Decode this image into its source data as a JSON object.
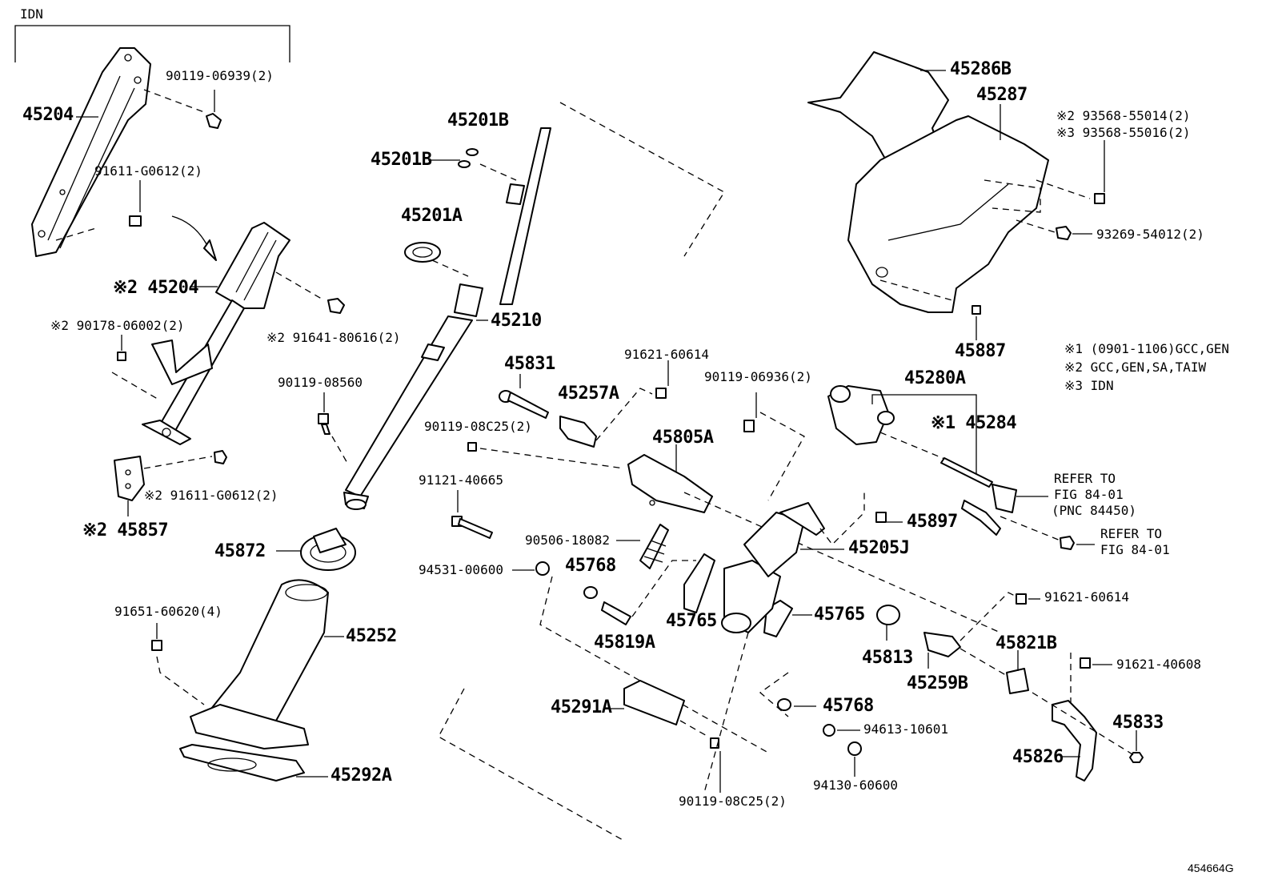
{
  "diagram": {
    "header_group_label": "IDN",
    "figure_id": "454664G",
    "notes": [
      "※1 (0901-1106)GCC,GEN",
      "※2 GCC,GEN,SA,TAIW",
      "※3 IDN"
    ],
    "labels": {
      "p45204_top": "45204",
      "p90119_06939": "90119-06939(2)",
      "p91611_g0612_top": "91611-G0612(2)",
      "p45204_s2": "※2 45204",
      "p90178_06002": "※2 90178-06002(2)",
      "p91641_80616": "※2 91641-80616(2)",
      "p91611_g0612_s2": "※2 91611-G0612(2)",
      "p45857": "※2 45857",
      "p45201b_a": "45201B",
      "p45201b_b": "45201B",
      "p45201a": "45201A",
      "p45210": "45210",
      "p90119_08560": "90119-08560",
      "p45872": "45872",
      "p45252": "45252",
      "p91651_60620": "91651-60620(4)",
      "p45292a": "45292A",
      "p45831": "45831",
      "p45257a": "45257A",
      "p91621_60614_a": "91621-60614",
      "p90119_08c25_a": "90119-08C25(2)",
      "p45805a": "45805A",
      "p90119_06936": "90119-06936(2)",
      "p91121_40665": "91121-40665",
      "p90506_18082": "90506-18082",
      "p94531_00600": "94531-00600",
      "p45768_a": "45768",
      "p45819a": "45819A",
      "p45765_a": "45765",
      "p45765_b": "45765",
      "p45291a": "45291A",
      "p90119_08c25_b": "90119-08C25(2)",
      "p45768_b": "45768",
      "p94613_10601": "94613-10601",
      "p94130_60600": "94130-60600",
      "p45286b": "45286B",
      "p45287": "45287",
      "p93568_55014": "※2 93568-55014(2)",
      "p93568_55016": "※3 93568-55016(2)",
      "p93269_54012": "93269-54012(2)",
      "p45887": "45887",
      "p45280a": "45280A",
      "p45284": "※1 45284",
      "refer_to_1a": "REFER TO",
      "refer_to_1b": "FIG 84-01",
      "refer_to_1c": "(PNC 84450)",
      "p45897": "45897",
      "p45205j": "45205J",
      "refer_to_2a": "REFER TO",
      "refer_to_2b": "FIG 84-01",
      "p91621_60614_b": "91621-60614",
      "p45813": "45813",
      "p45259b": "45259B",
      "p45821b": "45821B",
      "p91621_40608": "91621-40608",
      "p45833": "45833",
      "p45826": "45826"
    }
  }
}
